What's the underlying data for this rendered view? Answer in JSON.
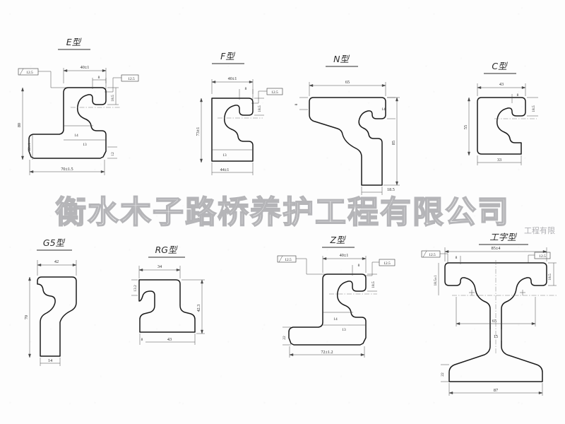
{
  "document": {
    "kind": "engineering-drawing",
    "subject": "rubber sealing strip / bridge expansion joint profile cross-sections",
    "watermark": "衡水木子路桥养护工程有限公司",
    "watermark_small": "工程有限",
    "sheet_color": "#fdfdfd",
    "line_color": "#1b1b1b"
  },
  "profiles": [
    {
      "id": "e",
      "title": "E型",
      "surface_note": "12.5",
      "surface_note2": "12.5",
      "dims": {
        "top_width": "40±1",
        "top_small": "8",
        "right_height": "18.5",
        "left_total": "80",
        "left_lower": "22±1",
        "inner_a": "14",
        "inner_b": "13",
        "foot": "12",
        "bottom_width": "70±1.5"
      }
    },
    {
      "id": "f",
      "title": "F型",
      "surface_note": "12.5",
      "dims": {
        "top_width": "40±1",
        "top_small": "8",
        "right_height": "18.5",
        "left_total": "73±1",
        "inner_b": "13",
        "bottom_width": "44±1"
      }
    },
    {
      "id": "n",
      "title": "N型",
      "dims": {
        "top_width": "65",
        "left_thk": "8",
        "notch_h": "14",
        "right_height": "85",
        "bottom_width": "18.5"
      }
    },
    {
      "id": "c",
      "title": "C型",
      "dims": {
        "top_width": "43",
        "top_small": "8",
        "right_height": "18.5",
        "left_height": "55",
        "bottom_width": "33"
      }
    },
    {
      "id": "g5",
      "title": "G5型",
      "dims": {
        "top_width": "42",
        "left_height": "70",
        "bottom_width": "14"
      }
    },
    {
      "id": "rg",
      "title": "RG型",
      "dims": {
        "top_width": "34",
        "left_thk": "13.2",
        "right_height": "42.3",
        "bottom_small": "8",
        "bottom_width": "43"
      }
    },
    {
      "id": "z",
      "title": "Z型",
      "surface_note": "12.5",
      "surface_note2": "12.5",
      "dims": {
        "top_width": "40±1",
        "top_small": "8",
        "right_height": "18.5",
        "inner_a": "14",
        "inner_b": "13",
        "foot": "22",
        "bottom_width": "72±1.2"
      }
    },
    {
      "id": "ibeam",
      "title": "工字型",
      "surface_note": "12.5",
      "surface_note2": "12.5",
      "dims": {
        "top_width": "85±4",
        "top_small": "8",
        "right_height": "18.5",
        "left_total": "18.5±1",
        "waist": "65",
        "waist_thk": "15",
        "foot": "22",
        "bottom_width": "87"
      }
    }
  ]
}
